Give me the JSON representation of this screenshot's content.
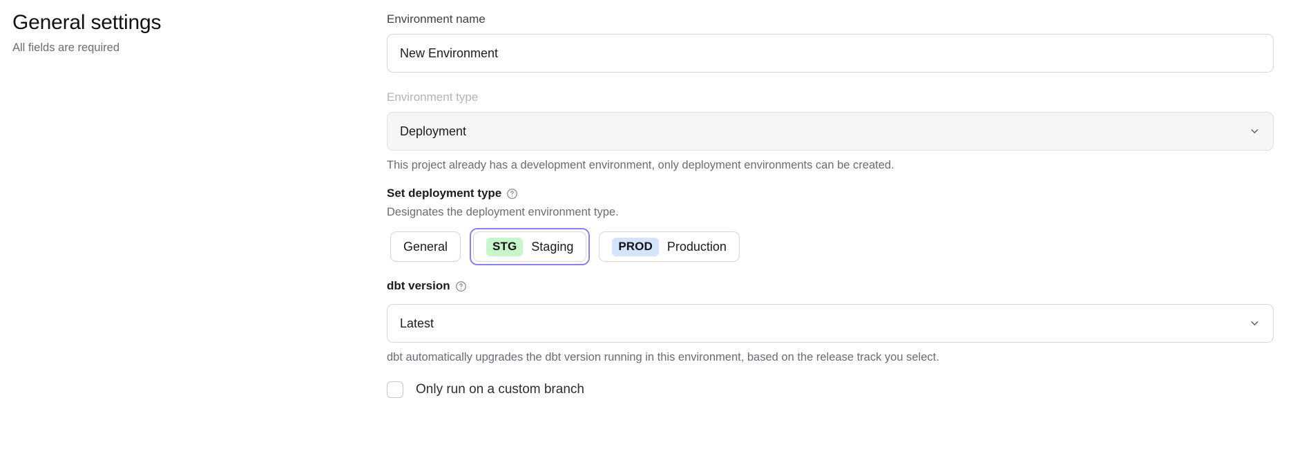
{
  "header": {
    "title": "General settings",
    "subtitle": "All fields are required"
  },
  "form": {
    "environment_name": {
      "label": "Environment name",
      "value": "New Environment",
      "placeholder": "Environment name"
    },
    "environment_type": {
      "label": "Environment type",
      "value": "Deployment",
      "disabled_label": true,
      "helper": "This project already has a development environment, only deployment environments can be created.",
      "chevron_icon": "chevron-down-icon"
    },
    "deployment_type": {
      "label": "Set deployment type",
      "help_icon": "question-circle-icon",
      "description": "Designates the deployment environment type.",
      "options": [
        {
          "badge": "",
          "label": "General",
          "selected": false,
          "badge_color": ""
        },
        {
          "badge": "STG",
          "label": "Staging",
          "selected": true,
          "badge_color": "#c6f6ca"
        },
        {
          "badge": "PROD",
          "label": "Production",
          "selected": false,
          "badge_color": "#d6e4fb"
        }
      ],
      "selected_ring_color": "#8b7ff0"
    },
    "dbt_version": {
      "label": "dbt version",
      "help_icon": "question-circle-icon",
      "value": "Latest",
      "helper": "dbt automatically upgrades the dbt version running in this environment, based on the release track you select.",
      "chevron_icon": "chevron-down-icon"
    },
    "custom_branch": {
      "label": "Only run on a custom branch",
      "checked": false
    }
  }
}
